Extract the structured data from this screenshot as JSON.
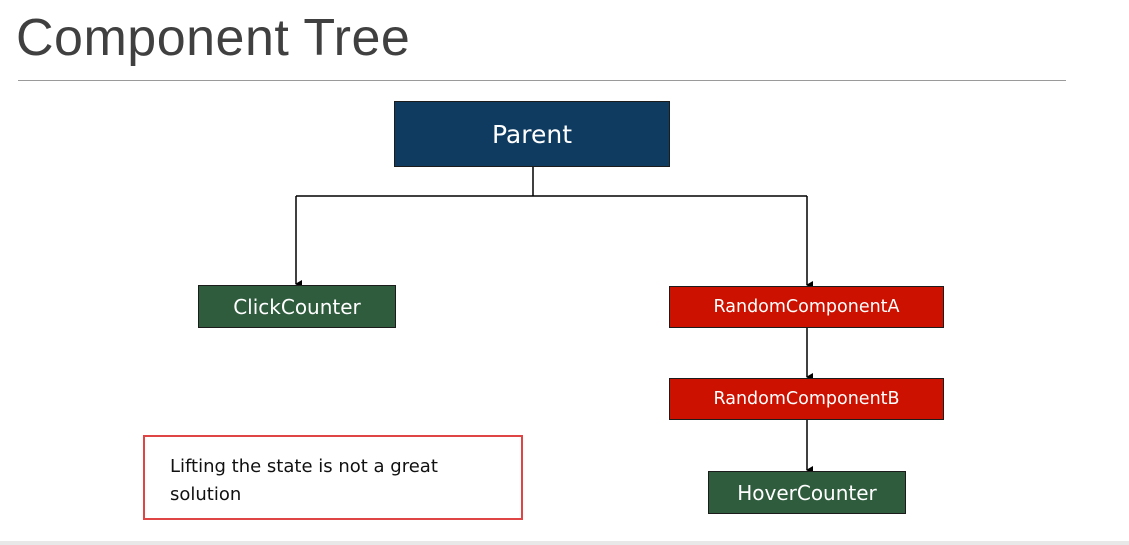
{
  "slide": {
    "title": "Component Tree"
  },
  "colors": {
    "parent": "#0f3b61",
    "counter": "#2e5c3d",
    "random": "#cc1100",
    "note_border": "#e04545",
    "line": "#000000"
  },
  "nodes": {
    "parent": "Parent",
    "click_counter": "ClickCounter",
    "random_component_a": "RandomComponentA",
    "random_component_b": "RandomComponentB",
    "hover_counter": "HoverCounter"
  },
  "note": {
    "text": "Lifting the state is not a great solution"
  }
}
